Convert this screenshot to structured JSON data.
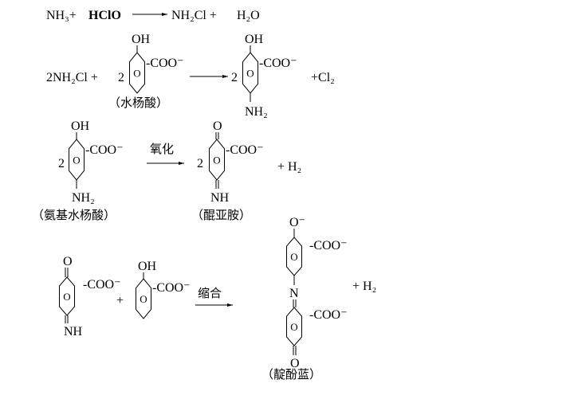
{
  "title": "Indophenol blue reaction scheme",
  "reaction1": {
    "reactant1": "NH₃+",
    "reactant2": "HClO",
    "product1": "NH₂Cl +",
    "product2": "H₂O"
  },
  "reaction2": {
    "reactant1": "2NH₂Cl +",
    "coef1": "2",
    "coef2": "2",
    "oh1": "OH",
    "coo1": "-COO⁻",
    "salicylic_label": "（水杨酸）",
    "oh2": "OH",
    "coo2": "-COO⁻",
    "nh2": "NH₂",
    "byproduct": "+Cl₂"
  },
  "reaction3": {
    "coef1": "2",
    "oh": "OH",
    "coo1": "-COO⁻",
    "nh2": "NH₂",
    "reactant_label": "（氨基水杨酸）",
    "condition": "氧化",
    "coef2": "2",
    "o": "O",
    "coo2": "-COO⁻",
    "nh": "NH",
    "product_label": "（醌亚胺）",
    "byproduct": "+  H₂"
  },
  "reaction4": {
    "o1": "O",
    "coo1": "-COO⁻",
    "nh": "NH",
    "plus": "+",
    "oh": "OH",
    "coo2": "-COO⁻",
    "condition": "缩合",
    "o_minus": "O⁻",
    "coo3": "-COO⁻",
    "n": "N",
    "coo4": "-COO⁻",
    "o2": "O",
    "product_label": "（靛酚蓝）",
    "byproduct": "+  H₂"
  },
  "ring_label": "O"
}
